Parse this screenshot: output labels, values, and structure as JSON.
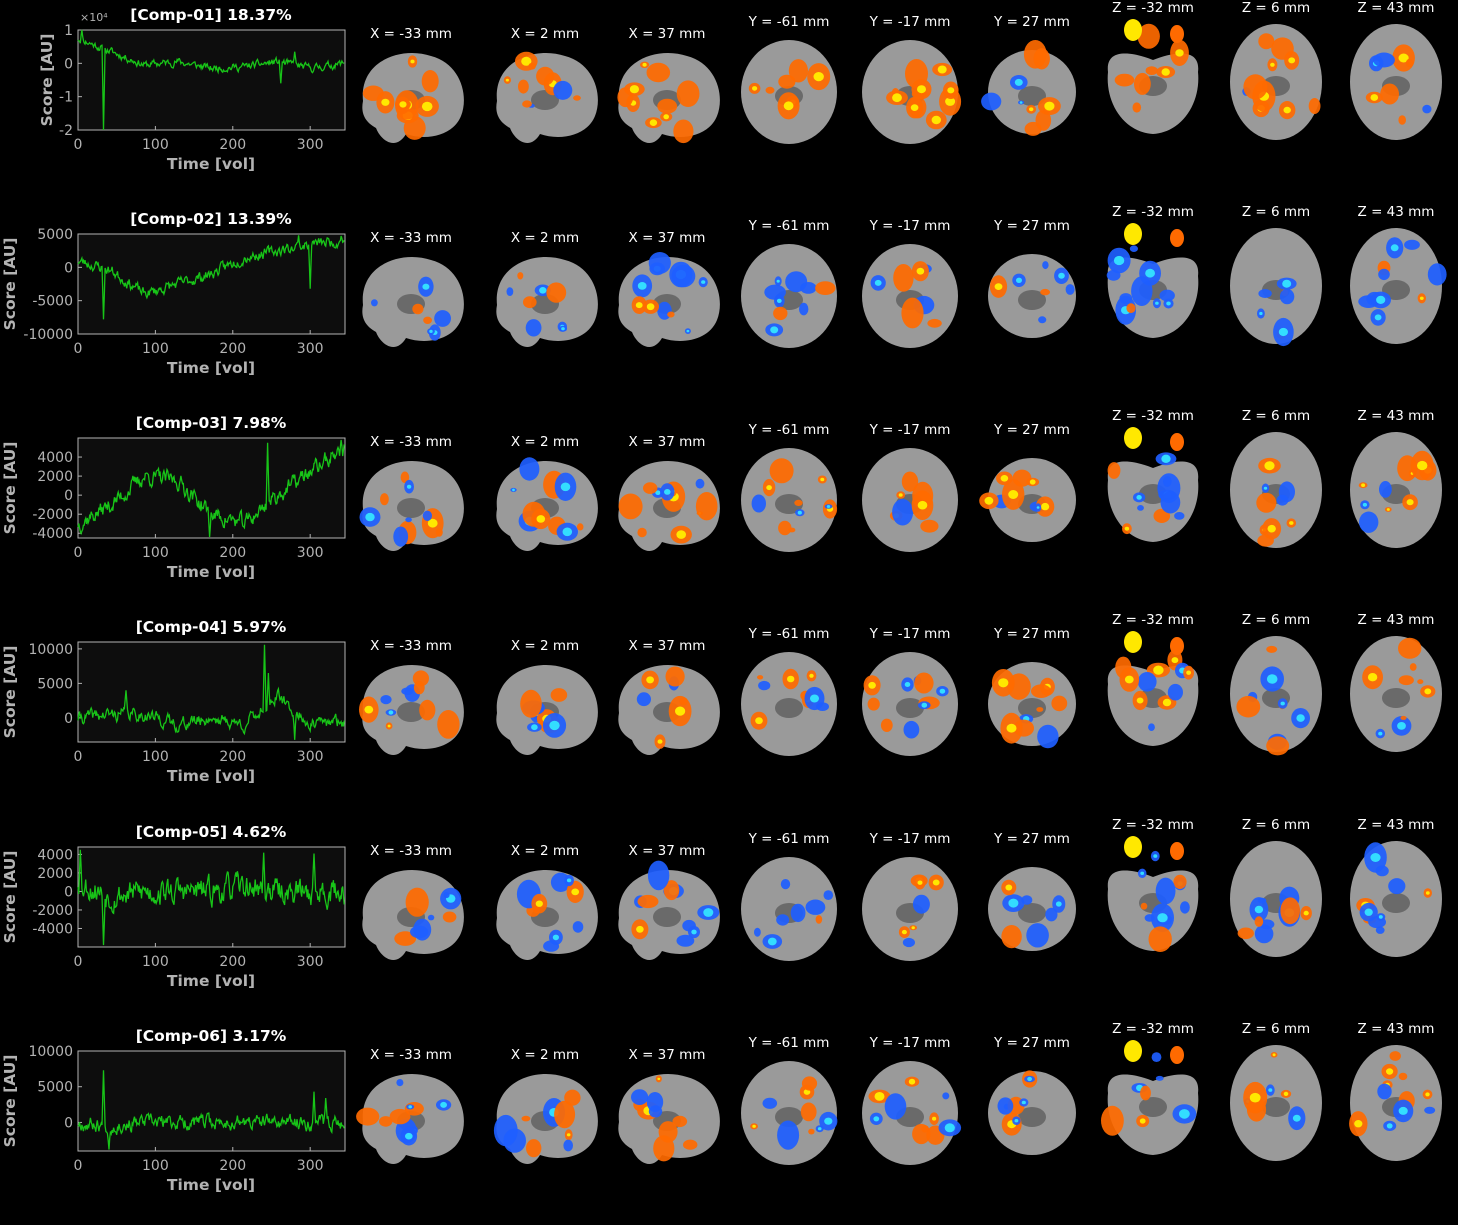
{
  "figure": {
    "slice_labels": [
      "X = -33 mm",
      "X = 2 mm",
      "X = 37 mm",
      "Y = -61 mm",
      "Y = -17 mm",
      "Y = 27 mm",
      "Z = -32 mm",
      "Z = 6 mm",
      "Z = 43 mm"
    ],
    "colors": {
      "background": "#000000",
      "plot_background": "#0d0d0d",
      "axis": "#b3b3b3",
      "trace": "#18c418",
      "positive_map": "#ff6a00",
      "positive_peak": "#ffe800",
      "negative_map": "#1e5eff",
      "negative_peak": "#33ddff",
      "brain": "#9a9a9a"
    }
  },
  "chart_data": [
    {
      "type": "line",
      "title": "[Comp-01] 18.37%",
      "xlabel": "Time [vol]",
      "ylabel": "Score [AU]",
      "exponent_label": "×10⁴",
      "xlim": [
        0,
        345
      ],
      "ylim": [
        -2,
        1
      ],
      "xticks": [
        0,
        100,
        200,
        300
      ],
      "yticks": [
        1,
        0,
        -1,
        -2
      ],
      "ytick_labels": [
        "1",
        "0",
        "-1",
        "-2"
      ],
      "seed": 11,
      "vol": 0.09,
      "drift": [
        0.75,
        0.35,
        -0.05,
        0.05,
        -0.15,
        -0.1,
        0.05,
        -0.15,
        0.0
      ],
      "spikes": [
        [
          33,
          -2.0
        ],
        [
          262,
          -0.6
        ],
        [
          280,
          0.35
        ],
        [
          5,
          1.0
        ]
      ],
      "series": [
        {
          "values": []
        }
      ]
    },
    {
      "type": "line",
      "title": "[Comp-02] 13.39%",
      "xlabel": "Time [vol]",
      "ylabel": "Score [AU]",
      "exponent_label": "",
      "xlim": [
        0,
        345
      ],
      "ylim": [
        -10000,
        5000
      ],
      "xticks": [
        0,
        100,
        200,
        300
      ],
      "yticks": [
        5000,
        0,
        -5000,
        -10000
      ],
      "ytick_labels": [
        "5000",
        "0",
        "-5000",
        "-10000"
      ],
      "seed": 23,
      "vol": 650,
      "drift": [
        1000,
        -500,
        -4000,
        -2500,
        -1000,
        1500,
        2500,
        3500,
        4000
      ],
      "spikes": [
        [
          33,
          -7800
        ],
        [
          300,
          -3200
        ],
        [
          285,
          4800
        ],
        [
          340,
          4700
        ]
      ],
      "series": [
        {
          "values": []
        }
      ]
    },
    {
      "type": "line",
      "title": "[Comp-03] 7.98%",
      "xlabel": "Time [vol]",
      "ylabel": "Score [AU]",
      "exponent_label": "",
      "xlim": [
        0,
        345
      ],
      "ylim": [
        -4500,
        6000
      ],
      "xticks": [
        0,
        100,
        200,
        300
      ],
      "yticks": [
        4000,
        2000,
        0,
        -2000,
        -4000
      ],
      "ytick_labels": [
        "4000",
        "2000",
        "0",
        "-2000",
        "-4000"
      ],
      "seed": 37,
      "vol": 700,
      "drift": [
        -3000,
        -1000,
        2000,
        1500,
        -2000,
        -3000,
        0,
        2500,
        5000
      ],
      "spikes": [
        [
          245,
          5500
        ],
        [
          170,
          -4400
        ],
        [
          340,
          5800
        ]
      ],
      "series": [
        {
          "values": []
        }
      ]
    },
    {
      "type": "line",
      "title": "[Comp-04] 5.97%",
      "xlabel": "Time [vol]",
      "ylabel": "Score [AU]",
      "exponent_label": "",
      "xlim": [
        0,
        345
      ],
      "ylim": [
        -3500,
        11000
      ],
      "xticks": [
        0,
        100,
        200,
        300
      ],
      "yticks": [
        10000,
        5000,
        0
      ],
      "ytick_labels": [
        "10000",
        "5000",
        "0"
      ],
      "seed": 41,
      "vol": 750,
      "drift": [
        0,
        500,
        500,
        -1000,
        0,
        -1000,
        3000,
        -1000,
        -500
      ],
      "spikes": [
        [
          241,
          10600
        ],
        [
          246,
          6500
        ],
        [
          62,
          4000
        ],
        [
          280,
          -3200
        ]
      ],
      "series": [
        {
          "values": []
        }
      ]
    },
    {
      "type": "line",
      "title": "[Comp-05] 4.62%",
      "xlabel": "Time [vol]",
      "ylabel": "Score [AU]",
      "exponent_label": "",
      "xlim": [
        0,
        345
      ],
      "ylim": [
        -6000,
        4800
      ],
      "xticks": [
        0,
        100,
        200,
        300
      ],
      "yticks": [
        4000,
        2000,
        0,
        -2000,
        -4000
      ],
      "ytick_labels": [
        "4000",
        "2000",
        "0",
        "-2000",
        "-4000"
      ],
      "seed": 53,
      "vol": 1100,
      "drift": [
        1000,
        -500,
        0,
        0,
        0,
        500,
        0,
        0,
        0
      ],
      "spikes": [
        [
          33,
          -5800
        ],
        [
          240,
          4200
        ],
        [
          305,
          4100
        ],
        [
          3,
          4500
        ]
      ],
      "series": [
        {
          "values": []
        }
      ]
    },
    {
      "type": "line",
      "title": "[Comp-06] 3.17%",
      "xlabel": "Time [vol]",
      "ylabel": "Score [AU]",
      "exponent_label": "",
      "xlim": [
        0,
        345
      ],
      "ylim": [
        -4000,
        10000
      ],
      "xticks": [
        0,
        100,
        200,
        300
      ],
      "yticks": [
        10000,
        5000,
        0
      ],
      "ytick_labels": [
        "10000",
        "5000",
        "0"
      ],
      "seed": 67,
      "vol": 800,
      "drift": [
        0,
        -500,
        0,
        0,
        0,
        0,
        0,
        0,
        0
      ],
      "spikes": [
        [
          33,
          7300
        ],
        [
          305,
          4300
        ],
        [
          40,
          -3800
        ],
        [
          320,
          3400
        ]
      ],
      "series": [
        {
          "values": []
        }
      ]
    }
  ]
}
